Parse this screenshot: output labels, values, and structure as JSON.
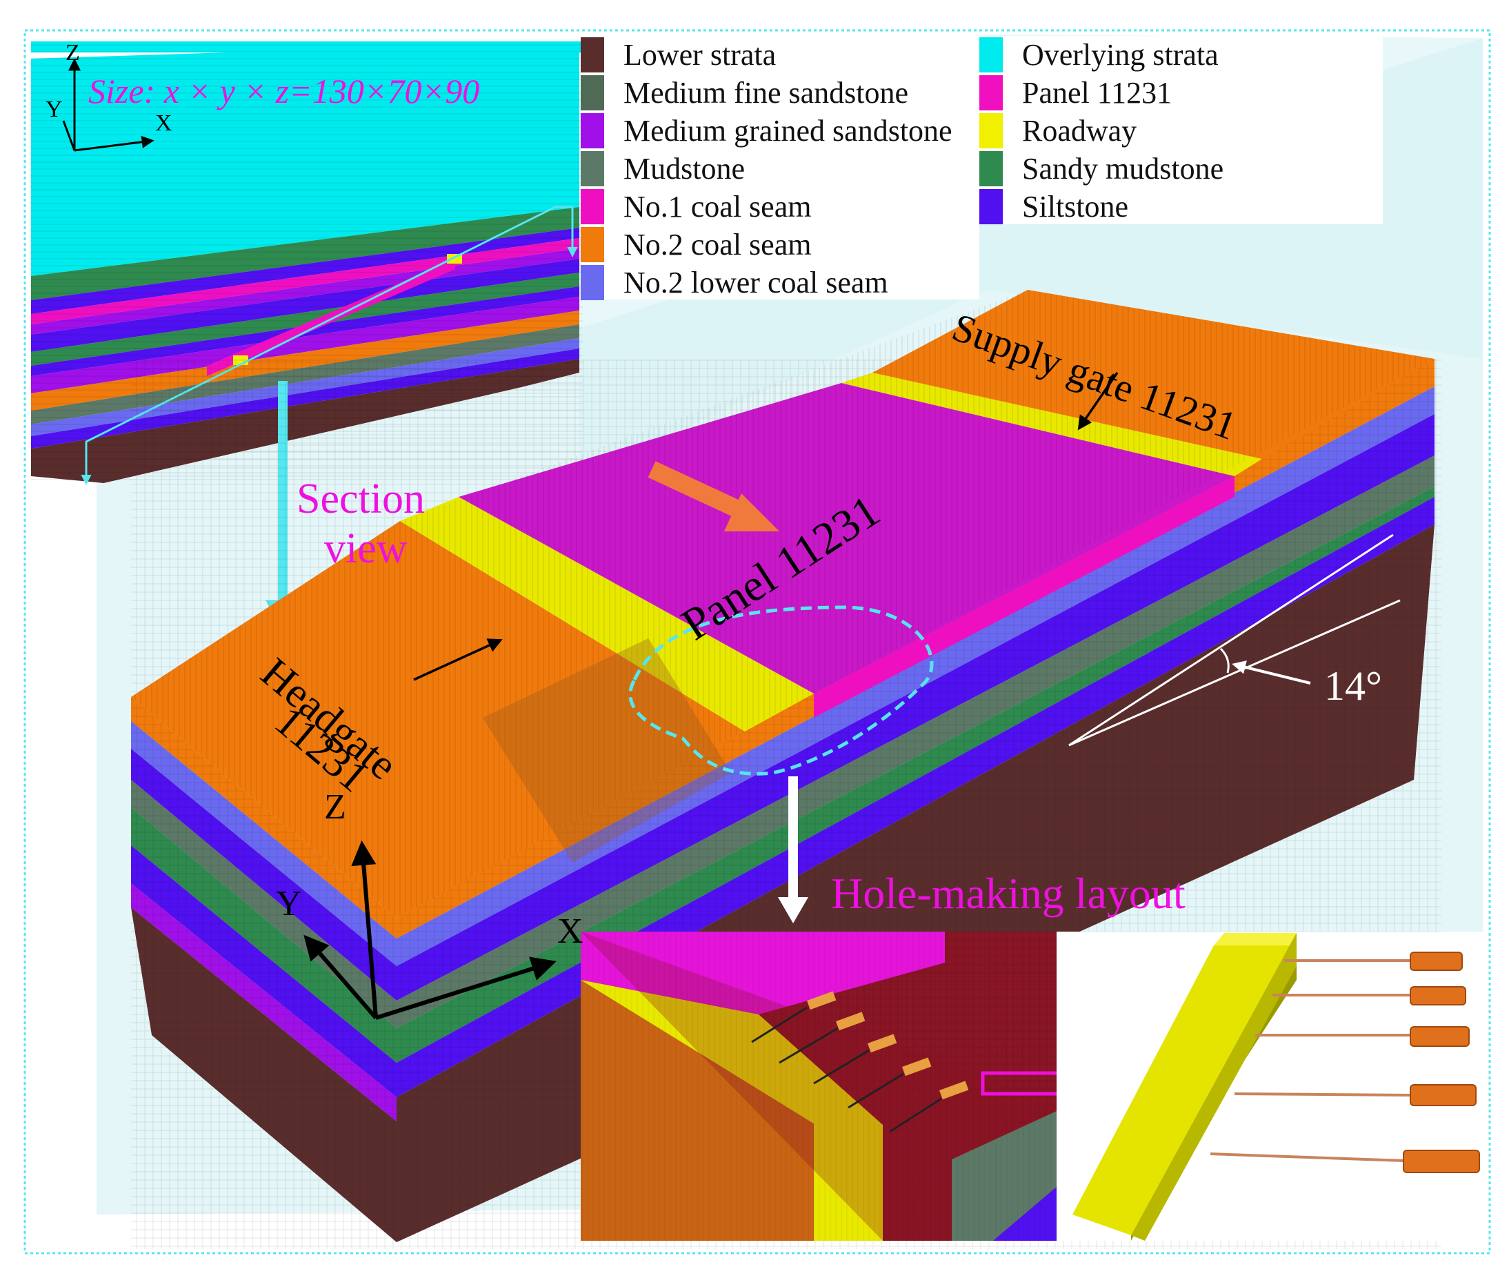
{
  "size_label": "Size: x × y × z=130×70×90",
  "section_view": {
    "line1": "Section",
    "line2": "view"
  },
  "headgate": {
    "line1": "Headgate",
    "line2": "11231"
  },
  "panel_label": "Panel 11231",
  "supply_gate_label": "Supply gate 11231",
  "angle_label": "14°",
  "hole_making_label": "Hole-making layout",
  "axes": {
    "z": "Z",
    "y": "Y",
    "x": "X"
  },
  "legend_left": [
    {
      "label": "Lower strata",
      "color": "#5a2d2d"
    },
    {
      "label": "Medium fine sandstone",
      "color": "#4f6b55"
    },
    {
      "label": "Medium grained sandstone",
      "color": "#a010e8"
    },
    {
      "label": "Mudstone",
      "color": "#5c7866"
    },
    {
      "label": "No.1 coal seam",
      "color": "#ee10c0"
    },
    {
      "label": "No.2 coal seam",
      "color": "#f07a0c"
    },
    {
      "label": "No.2 lower coal seam",
      "color": "#6a6af0"
    }
  ],
  "legend_right": [
    {
      "label": "Overlying strata",
      "color": "#00ebee"
    },
    {
      "label": "Panel 11231",
      "color": "#f010c0"
    },
    {
      "label": "Roadway",
      "color": "#f0f000"
    },
    {
      "label": "Sandy mudstone",
      "color": "#2e8a4e"
    },
    {
      "label": "Siltstone",
      "color": "#5010f0"
    }
  ],
  "colors": {
    "overlying": "#00ebee",
    "sandy_mudstone": "#2e8a4e",
    "siltstone": "#5010f0",
    "coal1": "#ee10c0",
    "coal2": "#f07a0c",
    "lower_coal2": "#6a6af0",
    "mudstone": "#5c7866",
    "lower_strata": "#5a2d2d",
    "roadway": "#e8e800",
    "panel": "#c818c8",
    "accent_magenta": "#ee10e0",
    "arrow_cyan": "#55e6f0"
  }
}
